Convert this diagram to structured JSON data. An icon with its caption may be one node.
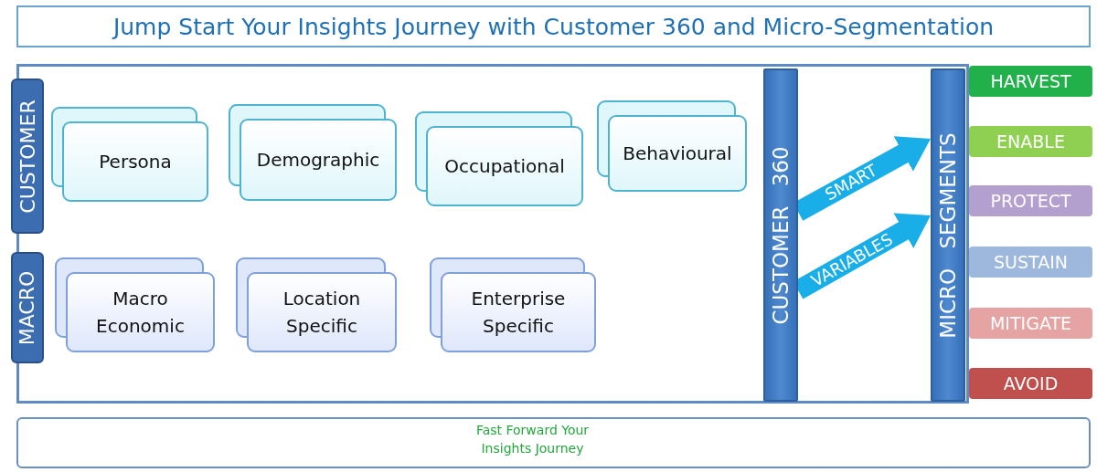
{
  "diagram": {
    "title": "Jump Start Your Insights Journey with Customer 360 and Micro-Segmentation",
    "nodes": [
      {
        "text": [
          "CUSTOMER"
        ]
      },
      {
        "text": [
          "Persona"
        ]
      },
      {
        "text": [
          "Demographic"
        ]
      },
      {
        "text": [
          "Occupational"
        ]
      },
      {
        "text": [
          "Behavioural"
        ]
      },
      {
        "text": [
          "MACRO"
        ]
      },
      {
        "text": [
          "Macro Economic"
        ]
      },
      {
        "text": [
          "Location Specific"
        ]
      },
      {
        "text": [
          "Enterprise Specific"
        ]
      },
      {
        "text": [
          "CUSTOMER 360"
        ]
      },
      {
        "text": [
          "MICRO SEGMENTS"
        ]
      },
      {
        "text": [
          "HARVEST"
        ]
      },
      {
        "text": [
          "ENABLE"
        ]
      },
      {
        "text": [
          "PROTECT"
        ]
      },
      {
        "text": [
          "SUSTAIN"
        ]
      },
      {
        "text": [
          "MITIGATE"
        ]
      },
      {
        "text": [
          "AVOID"
        ]
      }
    ],
    "edges": [
      {
        "from": 9,
        "to": 10,
        "arrow": "to",
        "label": "SMART"
      },
      {
        "from": 9,
        "to": 10,
        "arrow": "to",
        "label": "VARIABLES"
      }
    ],
    "labels": [
      "Fast Forward Your Insights Journey"
    ]
  }
}
